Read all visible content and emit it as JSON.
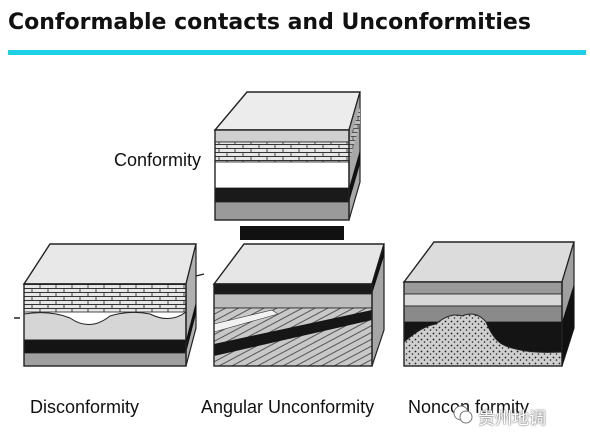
{
  "title": "Conformable contacts and Unconformities",
  "blocks": {
    "conformity": "Conformity",
    "disconformity": "Disconformity",
    "angular": "Angular Unconformity",
    "nonconformity": "Noncon formity"
  },
  "watermark": "贵州地调",
  "colors": {
    "accent": "#1ed0e6",
    "dark": "#1a1a1a",
    "mid": "#8c8c8c",
    "light": "#d9d9d9"
  }
}
